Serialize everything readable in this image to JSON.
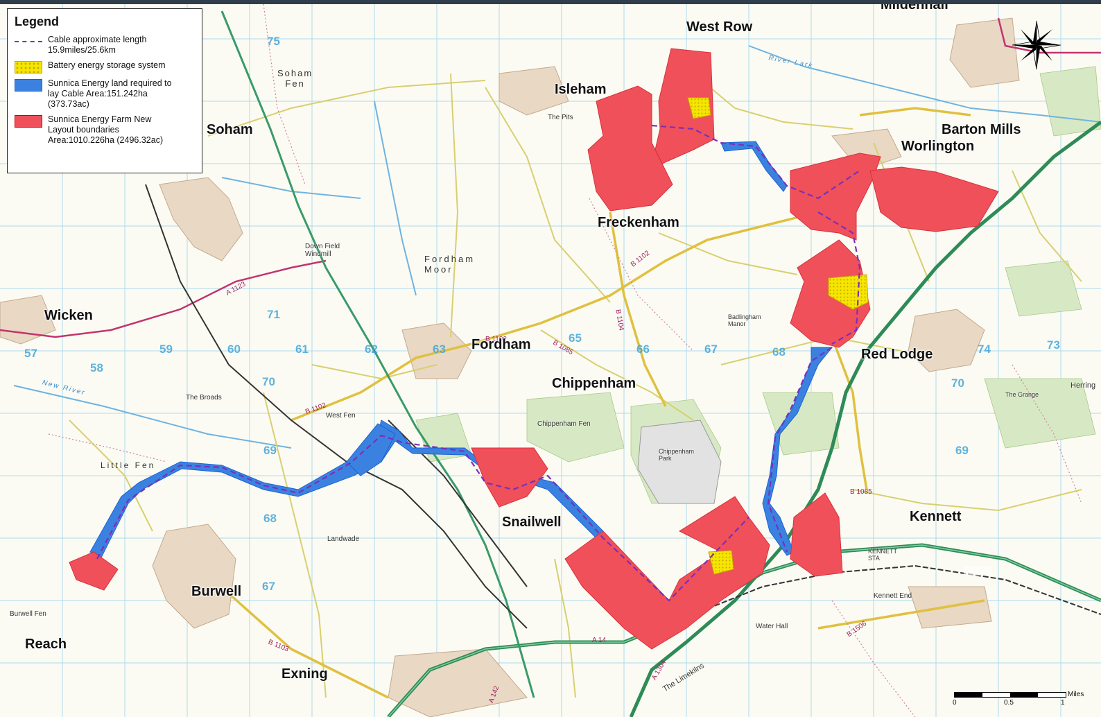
{
  "legend": {
    "title": "Legend",
    "items": [
      {
        "type": "cable",
        "label": "Cable approximate length\n15.9miles/25.6km"
      },
      {
        "type": "battery",
        "label": "Battery energy storage system"
      },
      {
        "type": "land",
        "label": "Sunnica Energy land required to\nlay Cable  Area:151.242ha\n(373.73ac)"
      },
      {
        "type": "farm",
        "label": "Sunnica Energy Farm New\nLayout boundaries\nArea:1010.226ha (2496.32ac)"
      }
    ]
  },
  "colors": {
    "farm": "#f0505a",
    "cable_land": "#3b82e0",
    "cable_line": "#7b2fb8",
    "battery": "#f5e600",
    "grid": "#9ad0ec",
    "road_major": "#2e8b57",
    "road_b": "#e0c040",
    "rail": "#333333"
  },
  "places": {
    "west_row": "West Row",
    "isleham": "Isleham",
    "soham": "Soham",
    "barton_mills": "Barton Mills",
    "worlington": "Worlington",
    "freckenham": "Freckenham",
    "wicken": "Wicken",
    "fordham": "Fordham",
    "chippenham": "Chippenham",
    "red_lodge": "Red Lodge",
    "snailwell": "Snailwell",
    "kennett": "Kennett",
    "burwell": "Burwell",
    "reach": "Reach",
    "exning": "Exning",
    "mildenhall": "Mildenhall"
  },
  "minor_places": {
    "soham_fen": "Soham\nFen",
    "fordham_moor": "Fordham\nMoor",
    "the_pits": "The Pits",
    "down_field_windmill": "Down Field\nWindmill",
    "chippenham_fen": "Chippenham Fen",
    "west_fen": "West Fen",
    "the_broads": "The Broads",
    "little_fen": "Little Fen",
    "landwade": "Landwade",
    "burwell_fen": "Burwell Fen",
    "water_hall": "Water Hall",
    "kennett_end": "Kennett End",
    "the_limekilns": "The Limekilns",
    "chippenham_park": "Chippenham\nPark",
    "kennett_sta": "KENNETT\nSTA",
    "badlingham_manor": "Badlingham\nManor",
    "the_grange": "The Grange",
    "herring": "Herring",
    "river_lark": "River Lark",
    "new_river": "New River"
  },
  "roads": {
    "a1123": "A 1123",
    "b1102_a": "B 1102",
    "b1102_b": "B 1102",
    "b1102_c": "B 1102",
    "b1104": "B 1104",
    "b1085": "B 1085",
    "b1085_b": "B 1085",
    "a14": "A 14",
    "a1304": "A 1304",
    "b1103": "B 1103",
    "b1506": "B 1506",
    "a142": "A 142"
  },
  "grid_numbers": [
    "75",
    "71",
    "70",
    "69",
    "68",
    "67",
    "59",
    "60",
    "61",
    "62",
    "63",
    "65",
    "66",
    "67",
    "68",
    "57",
    "58",
    "73",
    "74",
    "70",
    "69"
  ],
  "scale": {
    "labels": [
      "0",
      "0.5",
      "1"
    ],
    "unit": "Miles"
  }
}
